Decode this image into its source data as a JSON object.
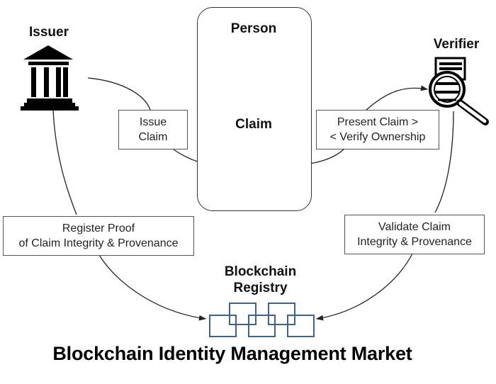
{
  "nodes": {
    "issuer": {
      "label": "Issuer",
      "icon": "bank-building-icon"
    },
    "person": {
      "label": "Person",
      "icon": "person-silhouette-icon"
    },
    "claim": {
      "label": "Claim",
      "icon": "certificate-document-icon"
    },
    "verifier": {
      "label": "Verifier",
      "icon": "magnifier-document-icon"
    },
    "registry": {
      "label_line1": "Blockchain",
      "label_line2": "Registry",
      "icon": "linked-blocks-icon"
    }
  },
  "edges": {
    "issue_claim": {
      "line1": "Issue",
      "line2": "Claim"
    },
    "present_claim": {
      "line1": "Present Claim >",
      "line2": "< Verify Ownership"
    },
    "register_proof": {
      "line1": "Register Proof",
      "line2": "of Claim Integrity & Provenance"
    },
    "validate_claim": {
      "line1": "Validate Claim",
      "line2": "Integrity & Provenance"
    }
  },
  "title": "Blockchain Identity Management Market",
  "colors": {
    "claim_fill": "#4fd0e8",
    "claim_stroke": "#1c6e7a",
    "chain_stroke": "#3d6488",
    "line": "#222222"
  }
}
